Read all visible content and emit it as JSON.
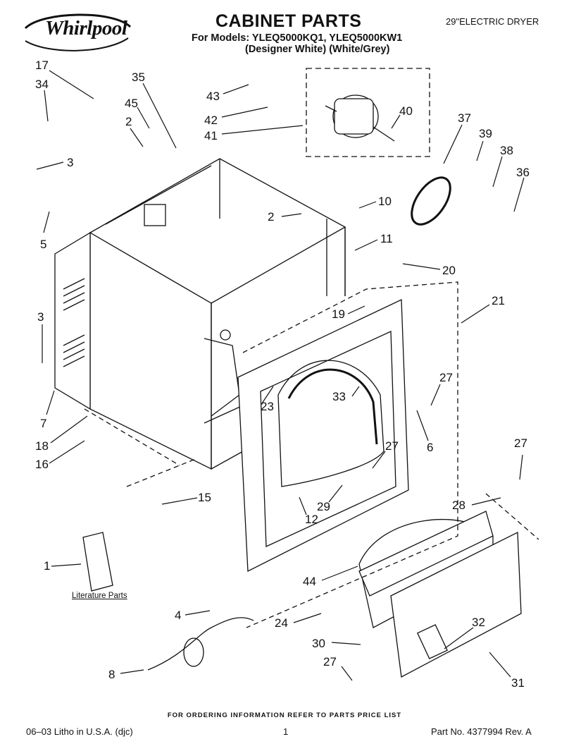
{
  "header": {
    "brand": "Whirlpool",
    "title": "CABINET PARTS",
    "models": "For Models: YLEQ5000KQ1, YLEQ5000KW1",
    "variants": "(Designer White) (White/Grey)",
    "product": "29\"ELECTRIC DRYER"
  },
  "labels": {
    "literature_parts": "Literature Parts"
  },
  "callouts": [
    {
      "id": "c17",
      "text": "17"
    },
    {
      "id": "c34",
      "text": "34"
    },
    {
      "id": "c35",
      "text": "35"
    },
    {
      "id": "c45",
      "text": "45"
    },
    {
      "id": "c2a",
      "text": "2"
    },
    {
      "id": "c3a",
      "text": "3"
    },
    {
      "id": "c5",
      "text": "5"
    },
    {
      "id": "c43",
      "text": "43"
    },
    {
      "id": "c42",
      "text": "42"
    },
    {
      "id": "c41",
      "text": "41"
    },
    {
      "id": "c40",
      "text": "40"
    },
    {
      "id": "c37",
      "text": "37"
    },
    {
      "id": "c39",
      "text": "39"
    },
    {
      "id": "c38",
      "text": "38"
    },
    {
      "id": "c36",
      "text": "36"
    },
    {
      "id": "c2b",
      "text": "2"
    },
    {
      "id": "c10",
      "text": "10"
    },
    {
      "id": "c11",
      "text": "11"
    },
    {
      "id": "c20",
      "text": "20"
    },
    {
      "id": "c21",
      "text": "21"
    },
    {
      "id": "c19",
      "text": "19"
    },
    {
      "id": "c3b",
      "text": "3"
    },
    {
      "id": "c33",
      "text": "33"
    },
    {
      "id": "c23",
      "text": "23"
    },
    {
      "id": "c27a",
      "text": "27"
    },
    {
      "id": "c6",
      "text": "6"
    },
    {
      "id": "c7",
      "text": "7"
    },
    {
      "id": "c18",
      "text": "18"
    },
    {
      "id": "c16",
      "text": "16"
    },
    {
      "id": "c27b",
      "text": "27"
    },
    {
      "id": "c27c",
      "text": "27"
    },
    {
      "id": "c15",
      "text": "15"
    },
    {
      "id": "c29",
      "text": "29"
    },
    {
      "id": "c12",
      "text": "12"
    },
    {
      "id": "c28",
      "text": "28"
    },
    {
      "id": "c1",
      "text": "1"
    },
    {
      "id": "c44",
      "text": "44"
    },
    {
      "id": "c4",
      "text": "4"
    },
    {
      "id": "c24",
      "text": "24"
    },
    {
      "id": "c32",
      "text": "32"
    },
    {
      "id": "c30",
      "text": "30"
    },
    {
      "id": "c8",
      "text": "8"
    },
    {
      "id": "c27d",
      "text": "27"
    },
    {
      "id": "c31",
      "text": "31"
    }
  ],
  "footer": {
    "order_note": "FOR ORDERING INFORMATION REFER TO PARTS PRICE LIST",
    "litho": "06–03 Litho in U.S.A. (djc)",
    "page": "1",
    "part_no": "Part No. 4377994 Rev. A"
  }
}
